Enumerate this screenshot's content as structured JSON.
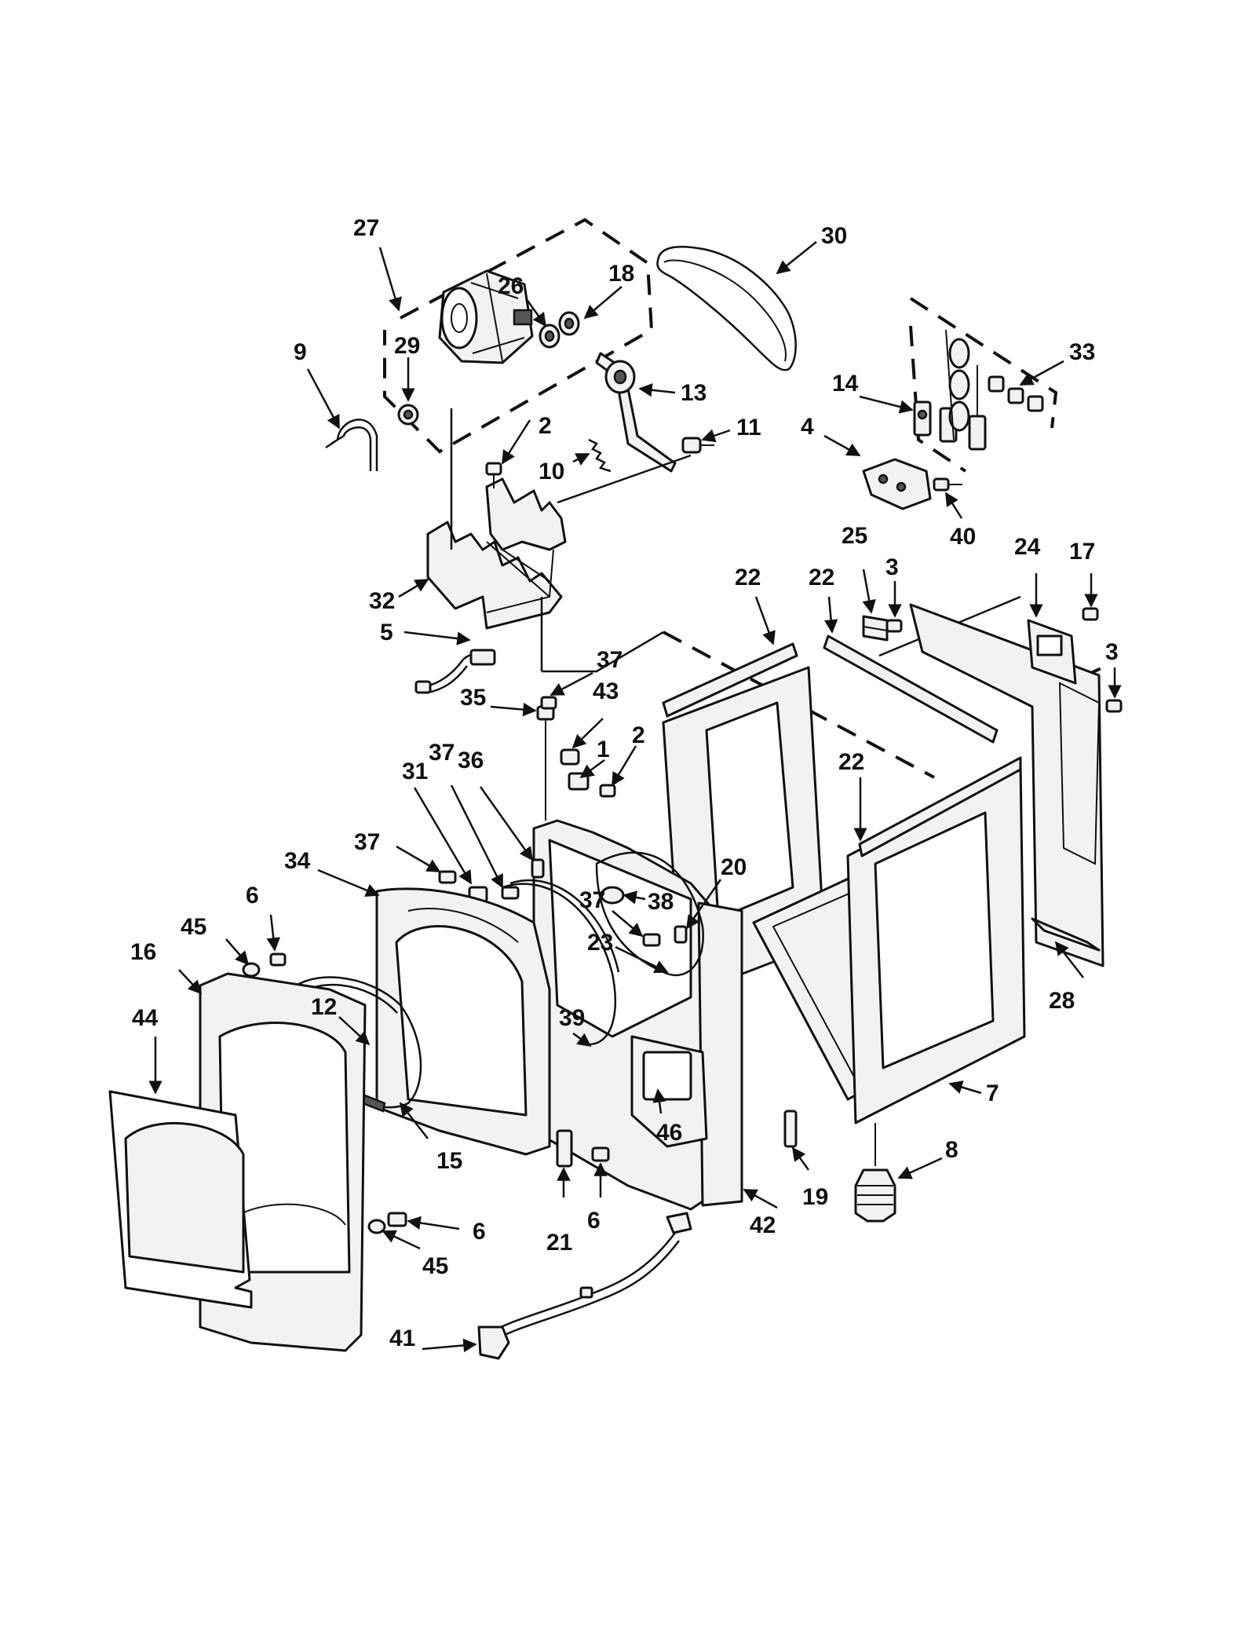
{
  "callouts": [
    {
      "id": "c1",
      "label": "1"
    },
    {
      "id": "c2a",
      "label": "2"
    },
    {
      "id": "c2b",
      "label": "2"
    },
    {
      "id": "c3a",
      "label": "3"
    },
    {
      "id": "c3b",
      "label": "3"
    },
    {
      "id": "c4",
      "label": "4"
    },
    {
      "id": "c5",
      "label": "5"
    },
    {
      "id": "c6a",
      "label": "6"
    },
    {
      "id": "c6b",
      "label": "6"
    },
    {
      "id": "c6c",
      "label": "6"
    },
    {
      "id": "c7",
      "label": "7"
    },
    {
      "id": "c8",
      "label": "8"
    },
    {
      "id": "c9",
      "label": "9"
    },
    {
      "id": "c10",
      "label": "10"
    },
    {
      "id": "c11",
      "label": "11"
    },
    {
      "id": "c12",
      "label": "12"
    },
    {
      "id": "c13",
      "label": "13"
    },
    {
      "id": "c14",
      "label": "14"
    },
    {
      "id": "c15",
      "label": "15"
    },
    {
      "id": "c16",
      "label": "16"
    },
    {
      "id": "c17",
      "label": "17"
    },
    {
      "id": "c18",
      "label": "18"
    },
    {
      "id": "c19",
      "label": "19"
    },
    {
      "id": "c20",
      "label": "20"
    },
    {
      "id": "c21",
      "label": "21"
    },
    {
      "id": "c22a",
      "label": "22"
    },
    {
      "id": "c22b",
      "label": "22"
    },
    {
      "id": "c22c",
      "label": "22"
    },
    {
      "id": "c23",
      "label": "23"
    },
    {
      "id": "c24",
      "label": "24"
    },
    {
      "id": "c25",
      "label": "25"
    },
    {
      "id": "c26",
      "label": "26"
    },
    {
      "id": "c27",
      "label": "27"
    },
    {
      "id": "c28",
      "label": "28"
    },
    {
      "id": "c29",
      "label": "29"
    },
    {
      "id": "c30",
      "label": "30"
    },
    {
      "id": "c31",
      "label": "31"
    },
    {
      "id": "c32",
      "label": "32"
    },
    {
      "id": "c33",
      "label": "33"
    },
    {
      "id": "c34",
      "label": "34"
    },
    {
      "id": "c35",
      "label": "35"
    },
    {
      "id": "c36",
      "label": "36"
    },
    {
      "id": "c37a",
      "label": "37"
    },
    {
      "id": "c37b",
      "label": "37"
    },
    {
      "id": "c37c",
      "label": "37"
    },
    {
      "id": "c37d",
      "label": "37"
    },
    {
      "id": "c38",
      "label": "38"
    },
    {
      "id": "c39",
      "label": "39"
    },
    {
      "id": "c40",
      "label": "40"
    },
    {
      "id": "c41",
      "label": "41"
    },
    {
      "id": "c42",
      "label": "42"
    },
    {
      "id": "c43",
      "label": "43"
    },
    {
      "id": "c44",
      "label": "44"
    },
    {
      "id": "c45a",
      "label": "45"
    },
    {
      "id": "c45b",
      "label": "45"
    },
    {
      "id": "c46",
      "label": "46"
    }
  ]
}
